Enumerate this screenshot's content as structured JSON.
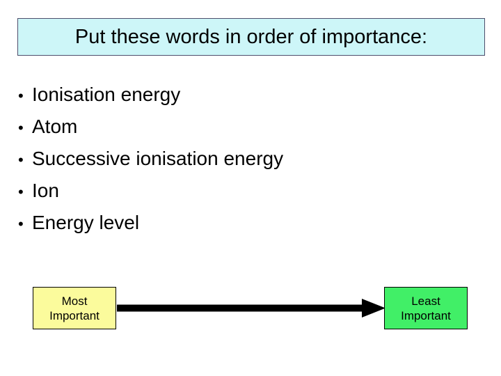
{
  "slide": {
    "title": "Put these words in order of importance:",
    "title_bg": "#cdf6f8",
    "title_border": "#4d4d6b",
    "background": "#ffffff"
  },
  "bullets": {
    "marker": "•",
    "items": [
      {
        "label": "Ionisation energy"
      },
      {
        "label": "Atom"
      },
      {
        "label": "Successive ionisation energy"
      },
      {
        "label": "Ion"
      },
      {
        "label": "Energy level"
      }
    ]
  },
  "scale": {
    "most": {
      "line1": "Most",
      "line2": "Important",
      "color": "#fbfb9c"
    },
    "least": {
      "line1": "Least",
      "line2": "Important",
      "color": "#41ef67"
    },
    "arrow": {
      "direction": "right",
      "color": "#000000"
    }
  }
}
